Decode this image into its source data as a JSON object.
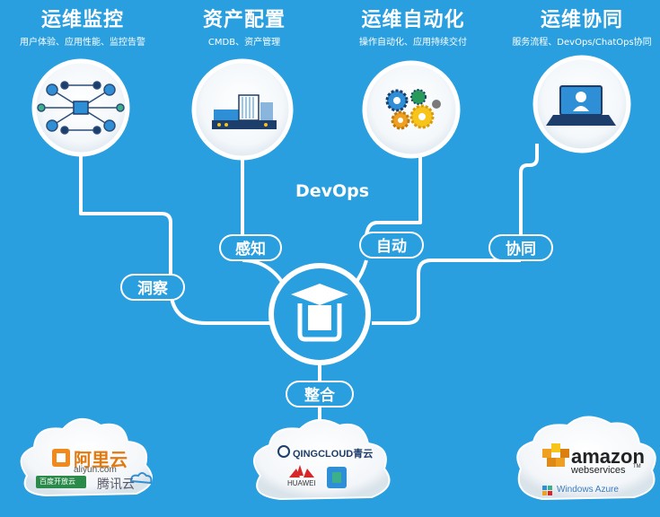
{
  "columns": [
    {
      "title": "运维监控",
      "subtitle": "用户体验、应用性能、监控告警"
    },
    {
      "title": "资产配置",
      "subtitle": "CMDB、资产管理"
    },
    {
      "title": "运维自动化",
      "subtitle": "操作自动化、应用持续交付"
    },
    {
      "title": "运维协同",
      "subtitle": "服务流程、DevOps/ChatOps协同"
    }
  ],
  "connectors": {
    "observe": "洞察",
    "perceive": "感知",
    "automate": "自动",
    "collaborate": "协同",
    "integrate": "整合"
  },
  "center": {
    "label": "DevOps"
  },
  "clouds": {
    "left": {
      "aliyun_name": "阿里云",
      "aliyun_domain": "aliyun.com",
      "baidu": "百度开放云",
      "tencent": "腾讯云"
    },
    "middle": {
      "qingcloud": "QINGCLOUD青云",
      "huawei": "HUAWEI"
    },
    "right": {
      "amazon": "amazon",
      "webservices": "webservices",
      "tm": "TM",
      "azure": "Windows Azure"
    }
  },
  "colors": {
    "background": "#2a9fdf",
    "line": "#ffffff",
    "icon_dark": "#1d3d6b",
    "icon_blue": "#2f8fd6",
    "gear_orange": "#f0a020",
    "gear_yellow": "#f6c41a"
  }
}
